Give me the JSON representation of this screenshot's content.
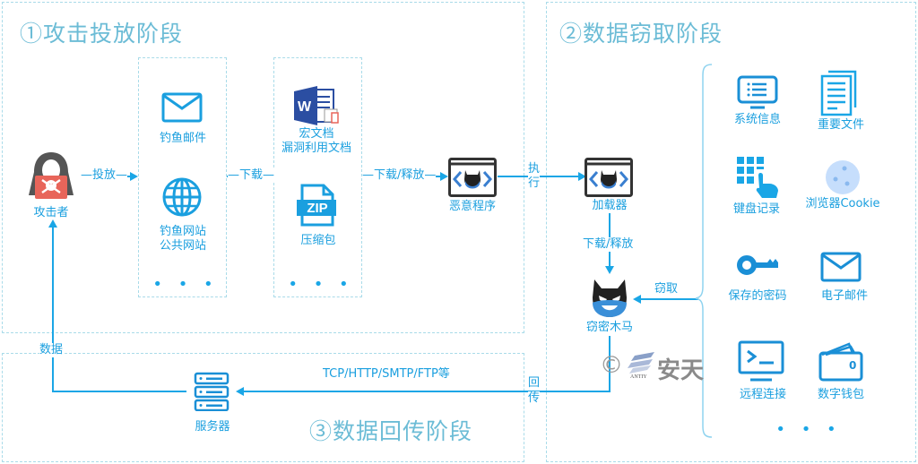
{
  "phases": {
    "attack": "①攻击投放阶段",
    "steal": "②数据窃取阶段",
    "return": "③数据回传阶段"
  },
  "nodes": {
    "attacker": "攻击者",
    "phish_mail": "钓鱼邮件",
    "phish_site_1": "钓鱼网站",
    "phish_site_2": "公共网站",
    "macro_doc_1": "宏文档",
    "macro_doc_2": "漏洞利用文档",
    "zip": "压缩包",
    "zip_badge": "ZIP",
    "malware": "恶意程序",
    "loader": "加载器",
    "stealer": "窃密木马",
    "server": "服务器",
    "ellipsis": "• • •"
  },
  "edges": {
    "deliver": "—投放—",
    "download": "—下载—",
    "download_release": "—下载/释放—",
    "execute_1": "执",
    "execute_2": "行",
    "download_release_2": "下载/释放",
    "steal": "窃取",
    "protocols": "TCP/HTTP/SMTP/FTP等",
    "return_1": "回",
    "return_2": "传",
    "data": "数据"
  },
  "targets": [
    {
      "label": "系统信息",
      "icon": "monitor-list-icon"
    },
    {
      "label": "重要文件",
      "icon": "document-icon"
    },
    {
      "label": "键盘记录",
      "icon": "keypad-hand-icon"
    },
    {
      "label": "浏览器Cookie",
      "icon": "cookie-icon"
    },
    {
      "label": "保存的密码",
      "icon": "key-icon"
    },
    {
      "label": "电子邮件",
      "icon": "envelope-icon"
    },
    {
      "label": "远程连接",
      "icon": "terminal-icon"
    },
    {
      "label": "数字钱包",
      "icon": "wallet-icon"
    }
  ],
  "wallet_digit": "0",
  "watermark": {
    "symbol": "©",
    "brand": "安天",
    "brand_small": "ANTIY"
  },
  "colors": {
    "accent": "#1aa6e6",
    "border": "#a9dbe9",
    "phase_title": "#6cbcd6",
    "skull_red": "#e8655a",
    "word_blue": "#2b4ea2",
    "cookie": "#c6defc"
  }
}
